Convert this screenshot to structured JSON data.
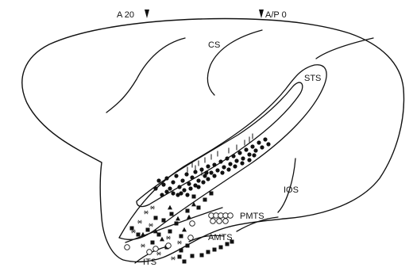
{
  "labels": {
    "a20": "A 20",
    "ap0": "A/P 0",
    "cs": "CS",
    "sts": "STS",
    "ios": "IOS",
    "pmts": "PMTS",
    "amts": "AMTS",
    "its": "ITS"
  },
  "markers": {
    "a20": "arrowhead-down",
    "ap0": "arrowhead-down"
  },
  "recording_sites": {
    "filled_circle": "dense band along the upper bank of the STS",
    "filled_square": "lower bank of the STS and along the ITS / AMTS region",
    "filled_triangle": "scattered within the lower STS fundus",
    "open_circle": "ventral temporal cortex near AMTS and ITS",
    "tick": "short vertical bars along the upper STS bank",
    "asterisk": "scattered near the anterior STS and ITS"
  }
}
